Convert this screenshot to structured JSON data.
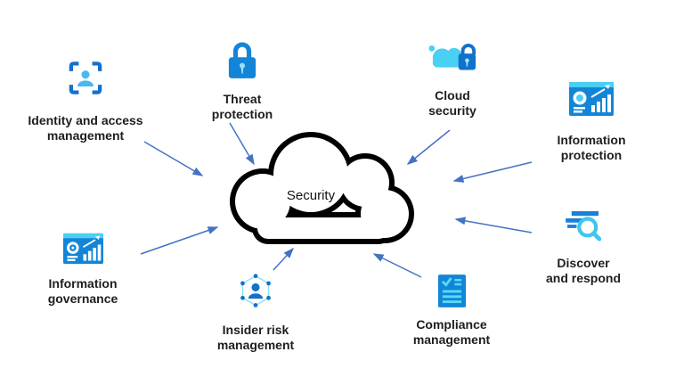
{
  "center": {
    "label": "Security"
  },
  "nodes": [
    {
      "id": "identity-access-management",
      "icon": "person-frame-icon",
      "lines": [
        "Identity and access",
        "management"
      ]
    },
    {
      "id": "threat-protection",
      "icon": "lock-icon",
      "lines": [
        "Threat",
        "protection"
      ]
    },
    {
      "id": "cloud-security",
      "icon": "cloud-lock-icon",
      "lines": [
        "Cloud",
        "security"
      ]
    },
    {
      "id": "information-protection",
      "icon": "report-chart-icon",
      "lines": [
        "Information",
        "protection"
      ]
    },
    {
      "id": "discover-and-respond",
      "icon": "search-list-icon",
      "lines": [
        "Discover",
        "and respond"
      ]
    },
    {
      "id": "compliance-management",
      "icon": "checklist-icon",
      "lines": [
        "Compliance",
        "management"
      ]
    },
    {
      "id": "insider-risk-management",
      "icon": "person-hexagon-icon",
      "lines": [
        "Insider risk",
        "management"
      ]
    },
    {
      "id": "information-governance",
      "icon": "disc-chart-icon",
      "lines": [
        "Information",
        "governance"
      ]
    }
  ],
  "connectors": [
    {
      "from": "identity-access-management",
      "to": "security-cloud"
    },
    {
      "from": "threat-protection",
      "to": "security-cloud"
    },
    {
      "from": "cloud-security",
      "to": "security-cloud"
    },
    {
      "from": "information-protection",
      "to": "security-cloud"
    },
    {
      "from": "discover-and-respond",
      "to": "security-cloud"
    },
    {
      "from": "compliance-management",
      "to": "security-cloud"
    },
    {
      "from": "insider-risk-management",
      "to": "security-cloud"
    },
    {
      "from": "information-governance",
      "to": "security-cloud"
    }
  ],
  "colors": {
    "arrow": "#4472c4",
    "blue": "#1385d8",
    "dark_blue": "#1172ca",
    "cyan": "#4ad0f2",
    "light_cyan": "#9fdef7",
    "cloud_outline": "#000000",
    "label_text": "#1e1e1e"
  }
}
